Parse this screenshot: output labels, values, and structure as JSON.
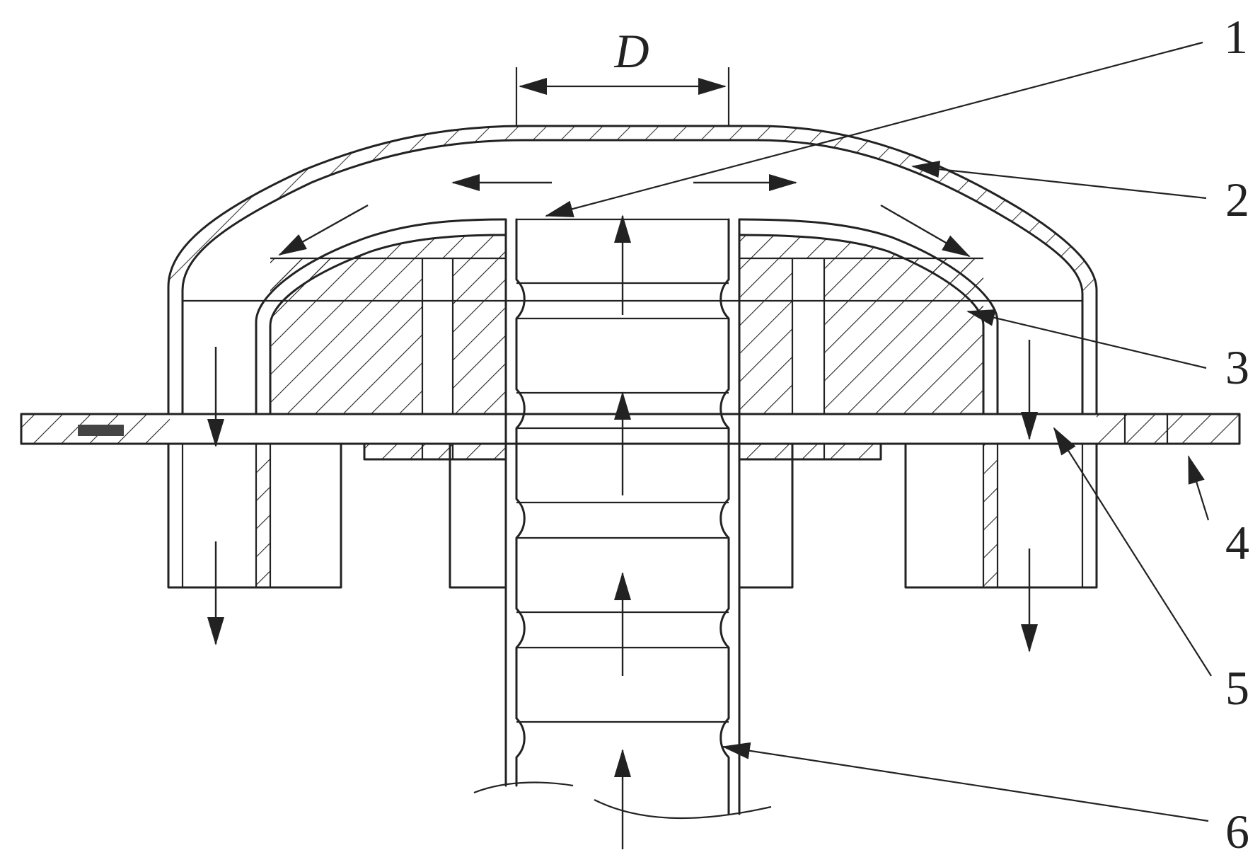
{
  "diagram": {
    "dimension_label": "D",
    "callouts": [
      {
        "id": "1",
        "label": "1"
      },
      {
        "id": "2",
        "label": "2"
      },
      {
        "id": "3",
        "label": "3"
      },
      {
        "id": "4",
        "label": "4"
      },
      {
        "id": "5",
        "label": "5"
      },
      {
        "id": "6",
        "label": "6"
      }
    ],
    "colors": {
      "line": "#222222",
      "background": "#ffffff"
    }
  }
}
